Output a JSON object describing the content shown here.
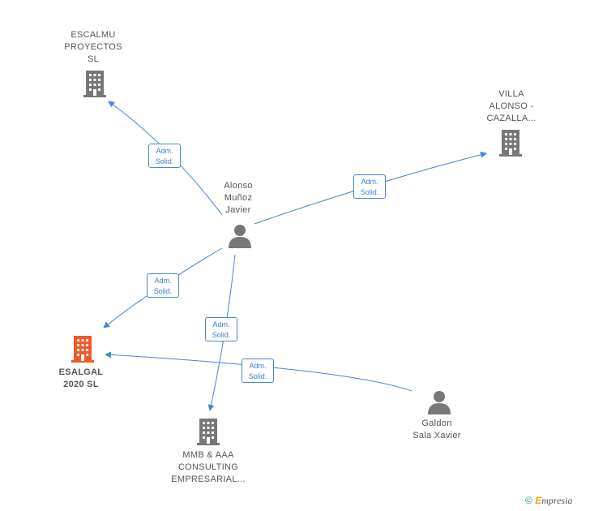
{
  "nodes": {
    "escalmu": {
      "label": "ESCALMU\nPROYECTOS\nSL",
      "type": "company",
      "color": "#777777"
    },
    "villa": {
      "label": "VILLA\nALONSO -\nCAZALLA...",
      "type": "company",
      "color": "#777777"
    },
    "alonso": {
      "label": "Alonso\nMuñoz\nJavier",
      "type": "person",
      "color": "#777777"
    },
    "esalgal": {
      "label": "ESALGAL\n2020  SL",
      "type": "company",
      "color": "#f05a28"
    },
    "mmb": {
      "label": "MMB & AAA\nCONSULTING\nEMPRESARIAL...",
      "type": "company",
      "color": "#777777"
    },
    "galdon": {
      "label": "Galdon\nSala Xavier",
      "type": "person",
      "color": "#777777"
    }
  },
  "edges": [
    {
      "from": "alonso",
      "to": "escalmu",
      "label": "Adm.\nSolid."
    },
    {
      "from": "alonso",
      "to": "villa",
      "label": "Adm.\nSolid."
    },
    {
      "from": "alonso",
      "to": "esalgal",
      "label": "Adm.\nSolid."
    },
    {
      "from": "alonso",
      "to": "mmb",
      "label": "Adm.\nSolid."
    },
    {
      "from": "galdon",
      "to": "esalgal",
      "label": "Adm.\nSolid."
    }
  ],
  "edge_color": "#4a86d0",
  "footer": {
    "symbol": "©",
    "brand_initial": "E",
    "brand_rest": "mpresia"
  }
}
